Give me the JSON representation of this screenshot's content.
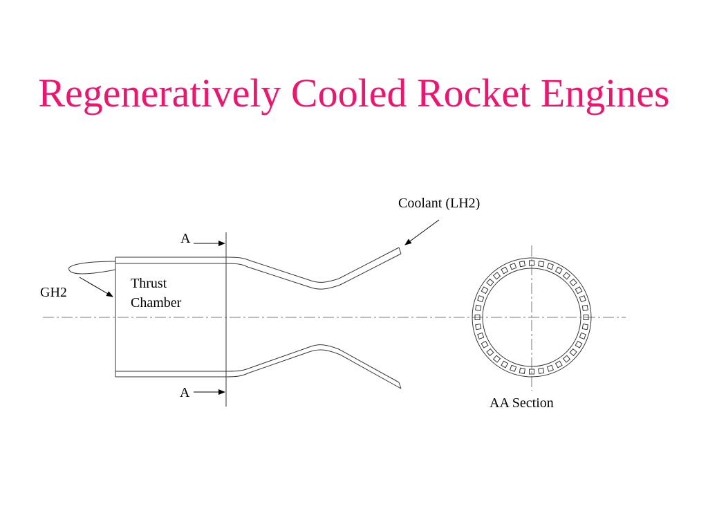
{
  "slide": {
    "title": "Regeneratively Cooled Rocket Engines",
    "title_color": "#f0146e"
  },
  "diagram": {
    "labels": {
      "coolant": "Coolant (LH2)",
      "fuel_inlet": "GH2",
      "chamber_line1": "Thrust",
      "chamber_line2": "Chamber",
      "section_mark_top": "A",
      "section_mark_bottom": "A",
      "section_view": "AA Section"
    },
    "line_color": "#000000",
    "cooling_channel_count": 36
  }
}
